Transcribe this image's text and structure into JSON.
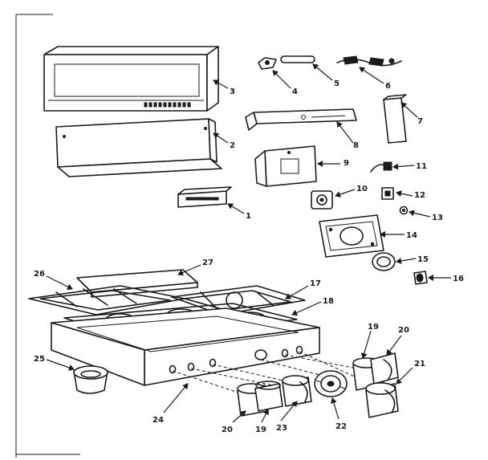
{
  "callouts": {
    "c1": "1",
    "c2": "2",
    "c3": "3",
    "c4": "4",
    "c5": "5",
    "c6": "6",
    "c7": "7",
    "c8": "8",
    "c9": "9",
    "c10": "10",
    "c11": "11",
    "c12": "12",
    "c13": "13",
    "c14": "14",
    "c15": "15",
    "c16": "16",
    "c17": "17",
    "c18": "18",
    "c19a": "19",
    "c19b": "19",
    "c20a": "20",
    "c20b": "20",
    "c21": "21",
    "c22": "22",
    "c23": "23",
    "c24": "24",
    "c25": "25",
    "c26": "26",
    "c27": "27"
  }
}
